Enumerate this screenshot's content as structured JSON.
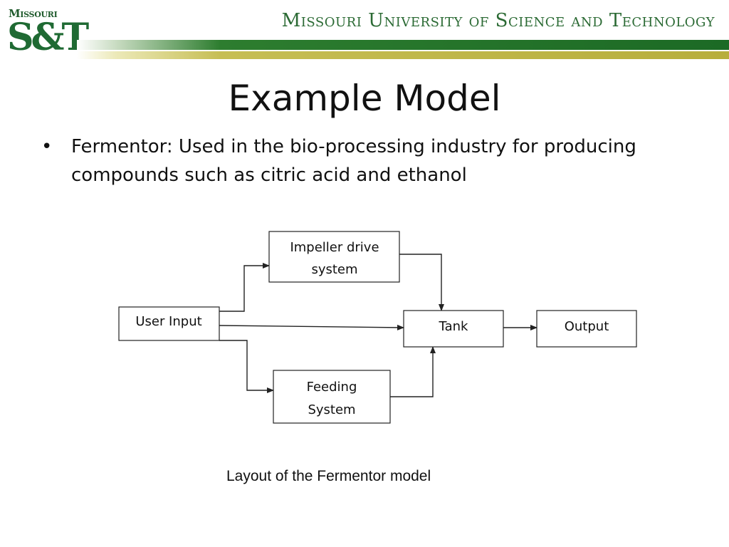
{
  "header": {
    "logo_top": "Missouri",
    "logo_main": "S&T",
    "university_name": "Missouri University of Science and Technology"
  },
  "slide": {
    "title": "Example Model",
    "bullets": [
      {
        "marker": "•",
        "text": "Fermentor: Used in the bio-processing industry for producing compounds such as citric acid and ethanol"
      }
    ],
    "caption": "Layout of the Fermentor model"
  },
  "diagram": {
    "nodes": {
      "impeller": [
        "Impeller drive",
        "system"
      ],
      "user_input": [
        "User Input"
      ],
      "tank": [
        "Tank"
      ],
      "output": [
        "Output"
      ],
      "feeding": [
        "Feeding",
        "System"
      ]
    },
    "edges": [
      [
        "user_input",
        "impeller"
      ],
      [
        "user_input",
        "tank"
      ],
      [
        "user_input",
        "feeding"
      ],
      [
        "impeller",
        "tank"
      ],
      [
        "feeding",
        "tank"
      ],
      [
        "tank",
        "output"
      ]
    ]
  }
}
